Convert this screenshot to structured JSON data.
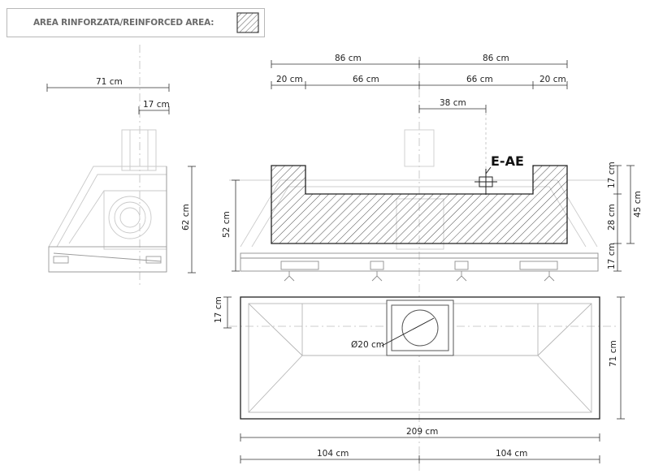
{
  "legend": {
    "label": "AREA RINFORZATA/REINFORCED AREA:"
  },
  "side_view": {
    "width": "71 cm",
    "offset": "17 cm",
    "height": "62 cm"
  },
  "front_view": {
    "half_left": "86 cm",
    "half_right": "86 cm",
    "edge_left": "20 cm",
    "inner_left": "66 cm",
    "inner_right": "66 cm",
    "edge_right": "20 cm",
    "offset": "38 cm",
    "marker": "E-AE",
    "height_left": "52 cm",
    "top_band": "17 cm",
    "middle_band": "28 cm",
    "bottom_band": "17 cm",
    "total_right": "45 cm"
  },
  "top_view": {
    "front_depth": "17 cm",
    "diameter": "Ø20 cm",
    "depth": "71 cm",
    "total_width": "209 cm",
    "half_left": "104 cm",
    "half_right": "104 cm"
  },
  "colors": {
    "line": "#222222",
    "faint": "#c4c4c4",
    "hatch": "#333333",
    "legend_text": "#6b6b6b"
  }
}
